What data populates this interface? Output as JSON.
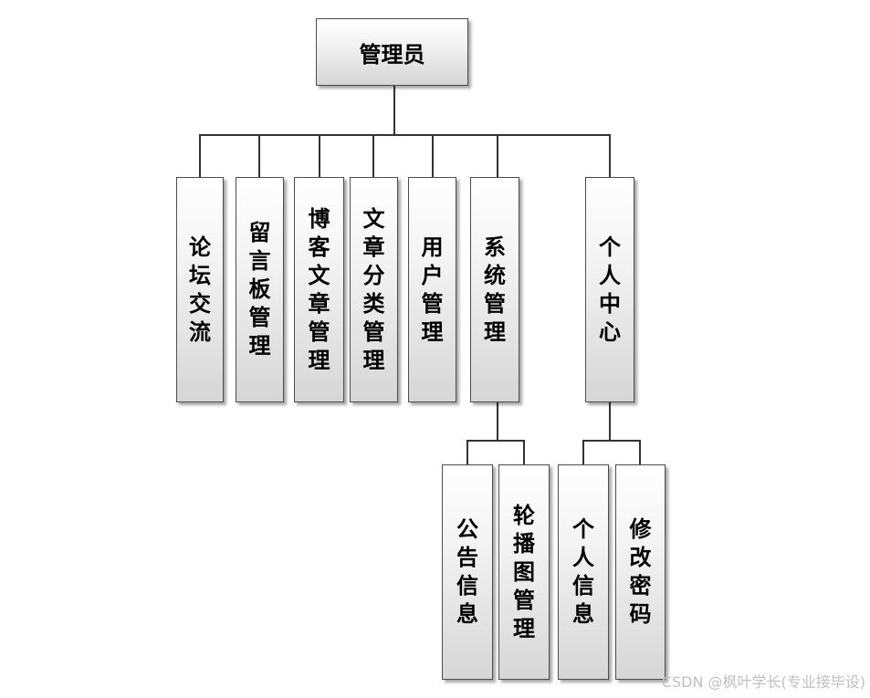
{
  "diagram": {
    "root": {
      "label": "管理员"
    },
    "children": [
      {
        "label": "论坛交流"
      },
      {
        "label": "留言板管理"
      },
      {
        "label": "博客文章管理"
      },
      {
        "label": "文章分类管理"
      },
      {
        "label": "用户管理"
      },
      {
        "label": "系统管理",
        "children": [
          {
            "label": "公告信息"
          },
          {
            "label": "轮播图管理"
          }
        ]
      },
      {
        "label": "个人中心",
        "children": [
          {
            "label": "个人信息"
          },
          {
            "label": "修改密码"
          }
        ]
      }
    ]
  },
  "watermark": {
    "text": "CSDN @枫叶学长(专业接毕设)"
  },
  "colors": {
    "line": "#333333",
    "box_border": "#4d4d4d",
    "box_top": "#ffffff",
    "box_bottom": "#d6d6d6",
    "watermark": "#c0c0c0"
  }
}
